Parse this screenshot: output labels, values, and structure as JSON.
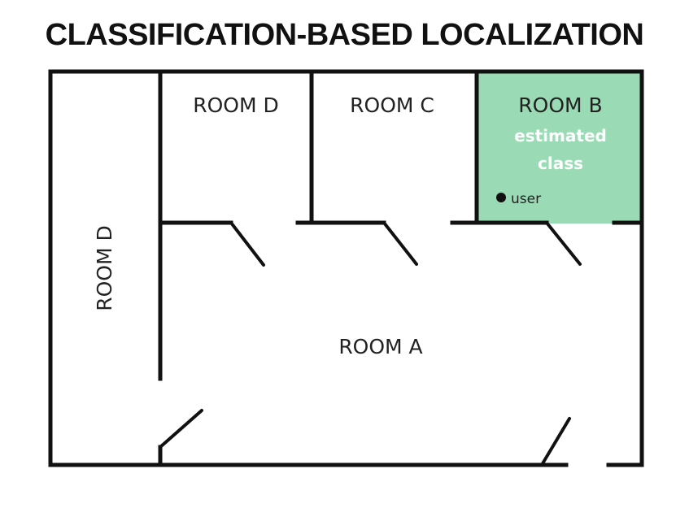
{
  "title": "CLASSIFICATION-BASED LOCALIZATION",
  "rooms": {
    "room_d_left": "ROOM D",
    "room_d_top": "ROOM D",
    "room_c": "ROOM C",
    "room_b": "ROOM B",
    "room_a": "ROOM A"
  },
  "estimate": {
    "line1": "estimated",
    "line2": "class"
  },
  "user": {
    "label": "user"
  },
  "colors": {
    "highlight": "#9adbb5",
    "estimate_text": "#ffffff",
    "walls": "#111111"
  }
}
